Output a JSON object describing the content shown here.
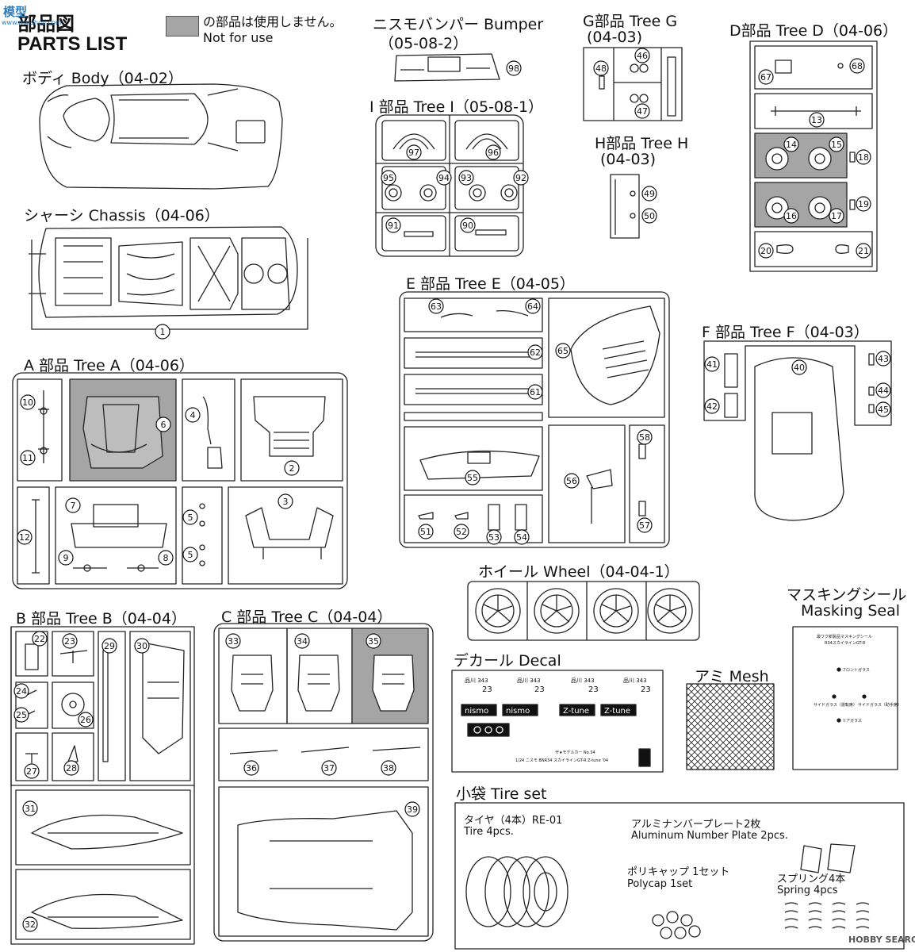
{
  "header": {
    "title_jp": "部品図",
    "title_en": "PARTS LIST",
    "legend_jp": "の部品は使用しません。",
    "legend_en": "Not for use",
    "legend_color": "#a5a5a5"
  },
  "sections": {
    "body": "ボディ Body（04-02）",
    "chassis": "シャーシ Chassis（04-06）",
    "bumper_1": "ニスモバンパー Bumper",
    "bumper_2": "（05-08-2）",
    "tree_i": "I 部品 Tree I（05-08-1）",
    "tree_g_1": "G部品 Tree G",
    "tree_g_2": "(04-03)",
    "tree_h_1": "H部品 Tree H",
    "tree_h_2": "(04-03)",
    "tree_d": "D部品 Tree D（04-06）",
    "tree_e": "E 部品 Tree E（04-05）",
    "tree_f": "F 部品 Tree F（04-03）",
    "tree_a": "A 部品 Tree A（04-06）",
    "tree_b": "B 部品 Tree B（04-04）",
    "tree_c": "C 部品 Tree C（04-04）",
    "wheel": "ホイール Wheel（04-04-1）",
    "masking_1": "マスキングシール",
    "masking_2": "Masking Seal",
    "decal": "デカール Decal",
    "mesh": "アミ Mesh",
    "tire_set": "小袋 Tire set"
  },
  "tire_set": {
    "tire_jp": "タイヤ（4本）RE-01",
    "tire_en": "Tire 4pcs.",
    "plate_jp": "アルミナンバープレート2枚",
    "plate_en": "Aluminum Number Plate 2pcs.",
    "polycap_jp": "ポリキャップ 1セット",
    "polycap_en": "Polycap 1set",
    "spring_jp": "スプリング4本",
    "spring_en": "Spring 4pcs"
  },
  "decal": {
    "plates": [
      "品川 343",
      "品川 343",
      "品川 343",
      "品川 343"
    ],
    "plate_nums": [
      "23",
      "23",
      "23",
      "23"
    ],
    "nismo": [
      "nismo",
      "nismo"
    ],
    "ztune": [
      "Z-tune",
      "Z-tune"
    ],
    "footer_1": "ザ★モデルカー No.34",
    "footer_2": "1/24 ニスモ BNR34 スカイラインGT-R Z-tune '04"
  },
  "masking": {
    "title_1": "最ワク新製品マスキングシール",
    "title_2": "R34スカイラインGT-R",
    "labels": [
      "フロントガラス",
      "サイドガラス（運転席）",
      "サイドガラス（助手席）",
      "リアガラス"
    ]
  },
  "watermarks": {
    "top_left": "模型",
    "top_left_sub": "www.mx-shou.com",
    "bottom_right": "HOBBY SEARCH"
  },
  "parts": {
    "body": [
      "1"
    ],
    "bumper": [
      "98"
    ],
    "tree_i": [
      "97",
      "96",
      "95",
      "94",
      "93",
      "92",
      "91",
      "90"
    ],
    "tree_g": [
      "48",
      "46",
      "47"
    ],
    "tree_h": [
      "49",
      "50"
    ],
    "tree_d": [
      "67",
      "68",
      "13",
      "14",
      "15",
      "18",
      "16",
      "17",
      "19",
      "20",
      "21"
    ],
    "tree_e": [
      "63",
      "64",
      "62",
      "61",
      "65",
      "55",
      "56",
      "58",
      "57",
      "51",
      "52",
      "53",
      "54"
    ],
    "tree_f": [
      "40",
      "41",
      "42",
      "43",
      "44",
      "45"
    ],
    "tree_a": [
      "10",
      "11",
      "6",
      "4",
      "2",
      "12",
      "7",
      "9",
      "8",
      "5",
      "5",
      "3"
    ],
    "tree_b": [
      "22",
      "23",
      "29",
      "30",
      "24",
      "25",
      "26",
      "27",
      "28",
      "31",
      "32"
    ],
    "tree_c": [
      "33",
      "34",
      "35",
      "36",
      "37",
      "38",
      "39"
    ]
  }
}
